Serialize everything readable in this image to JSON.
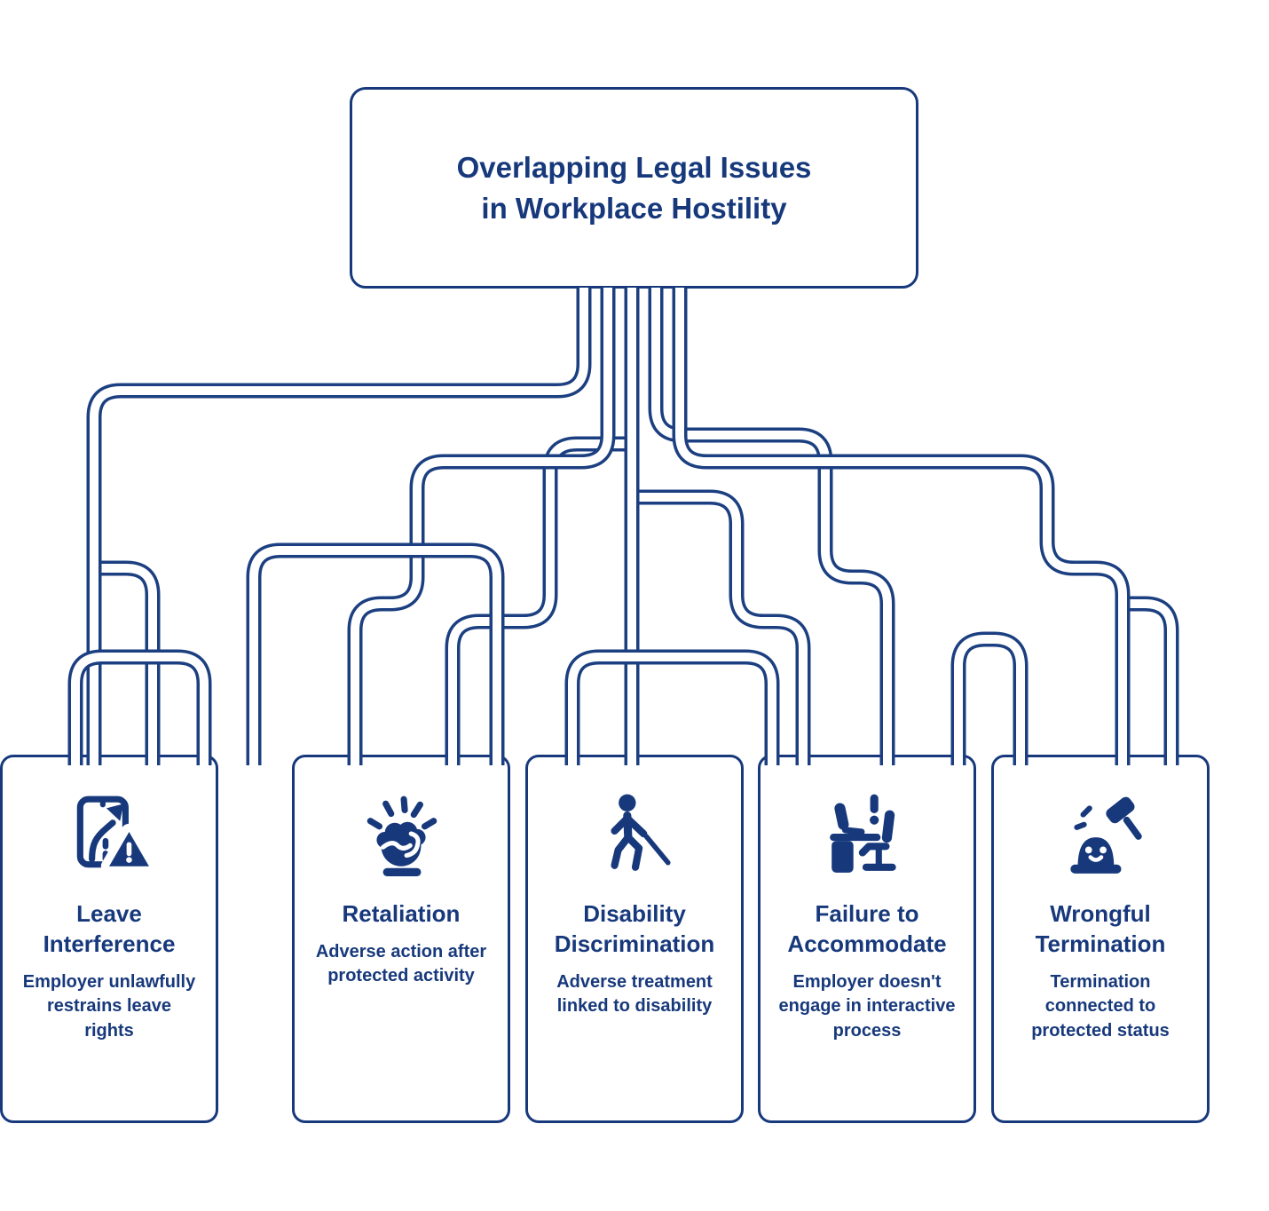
{
  "colors": {
    "navy": "#17397C",
    "line": "#1B3F80",
    "background": "#ffffff"
  },
  "title": {
    "line1": "Overlapping Legal Issues",
    "line2": "in Workplace Hostility"
  },
  "cards": [
    {
      "icon": "fist-impact-icon",
      "title": "Retaliation",
      "desc": "Adverse action after protected activity"
    },
    {
      "icon": "person-with-cane-icon",
      "title": "Disability Discrimination",
      "desc": "Adverse treatment linked to disability"
    },
    {
      "icon": "empty-workstation-icon",
      "title": "Failure to Accommodate",
      "desc": "Employer doesn't engage in interactive process"
    },
    {
      "icon": "mole-and-mallet-icon",
      "title": "Wrongful Termination",
      "desc": "Termination connected to protected status"
    },
    {
      "icon": "blocked-route-warning-icon",
      "title": "Leave Interference",
      "desc": "Employer unlawfully restrains leave rights"
    }
  ]
}
